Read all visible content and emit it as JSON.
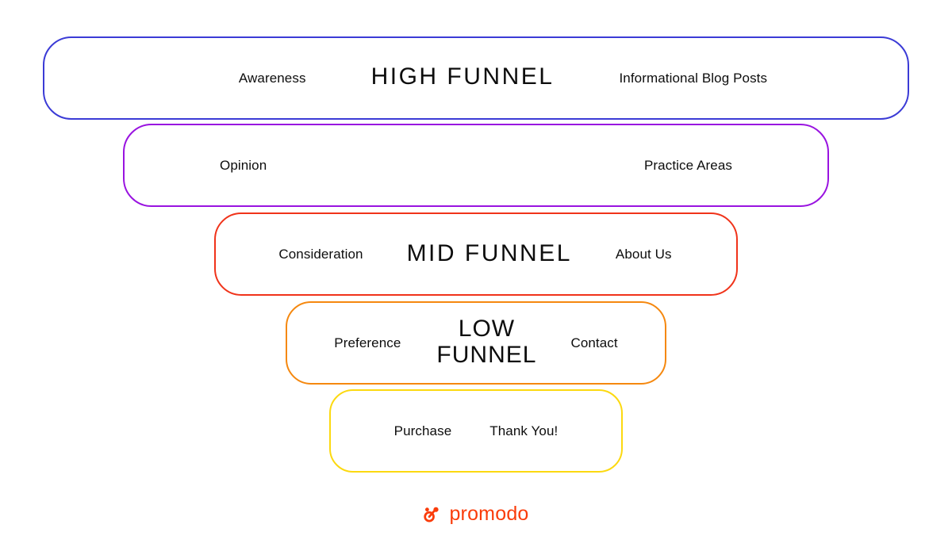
{
  "diagram": {
    "type": "marketing-funnel",
    "background": "#ffffff",
    "text_color": "#0d0d0d",
    "rows": [
      {
        "stage": "Awareness",
        "funnel_title": "HIGH FUNNEL",
        "page_type": "Informational Blog Posts",
        "border_color": "#3b3bd6"
      },
      {
        "stage": "Opinion",
        "funnel_title": "",
        "page_type": "Practice Areas",
        "border_color": "#9913e0"
      },
      {
        "stage": "Consideration",
        "funnel_title": "MID FUNNEL",
        "page_type": "About Us",
        "border_color": "#f0331a"
      },
      {
        "stage": "Preference",
        "funnel_title": "LOW FUNNEL",
        "page_type": "Contact",
        "border_color": "#f5880f"
      },
      {
        "stage": "Purchase",
        "funnel_title": "",
        "page_type": "Thank You!",
        "border_color": "#fcd910"
      }
    ]
  },
  "brand": {
    "name": "promodo",
    "color": "#fa3c0a",
    "mark": "promodo-logo-icon"
  }
}
